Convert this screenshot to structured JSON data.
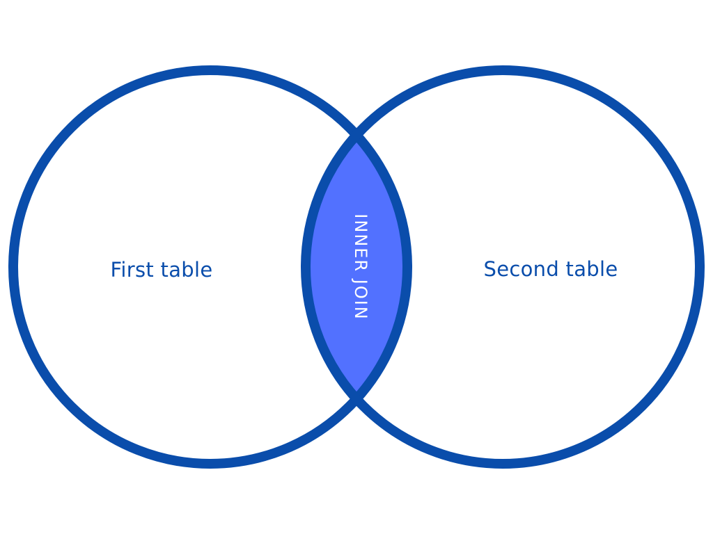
{
  "diagram": {
    "type": "venn",
    "left_set": {
      "label": "First table"
    },
    "right_set": {
      "label": "Second table"
    },
    "intersection": {
      "label": "INNER JOIN",
      "highlighted": true
    }
  },
  "colors": {
    "outline": "#0a4dab",
    "intersection_fill": "#5271ff",
    "label_text": "#0a4dab",
    "intersection_text": "#ffffff",
    "background": "#ffffff"
  }
}
